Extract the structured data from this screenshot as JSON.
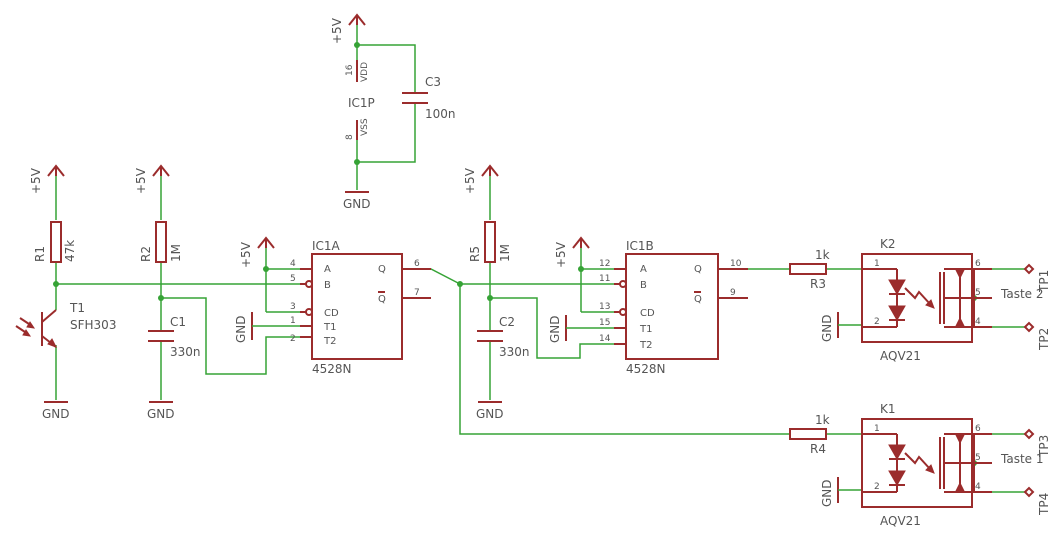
{
  "colors": {
    "net": "#36a336",
    "part": "#9b2c2c",
    "text": "#555555",
    "background": "#ffffff"
  },
  "supplies": {
    "vcc": "+5V",
    "gnd": "GND"
  },
  "ic1p": {
    "name": "IC1P",
    "vdd": "VDD",
    "vss": "VSS",
    "pin_vdd": "16",
    "pin_vss": "8"
  },
  "c3": {
    "name": "C3",
    "value": "100n"
  },
  "r1": {
    "name": "R1",
    "value": "47k"
  },
  "t1": {
    "name": "T1",
    "value": "SFH303"
  },
  "r2": {
    "name": "R2",
    "value": "1M"
  },
  "c1": {
    "name": "C1",
    "value": "330n"
  },
  "r5": {
    "name": "R5",
    "value": "1M"
  },
  "c2": {
    "name": "C2",
    "value": "330n"
  },
  "ic1a": {
    "name": "IC1A",
    "value": "4528N",
    "pins": {
      "a": "A",
      "b": "B",
      "cd": "CD",
      "t1": "T1",
      "t2": "T2",
      "q": "Q",
      "qn": "Q"
    },
    "nums": {
      "a": "4",
      "b": "5",
      "cd": "3",
      "t1": "1",
      "t2": "2",
      "q": "6",
      "qn": "7"
    }
  },
  "ic1b": {
    "name": "IC1B",
    "value": "4528N",
    "pins": {
      "a": "A",
      "b": "B",
      "cd": "CD",
      "t1": "T1",
      "t2": "T2",
      "q": "Q",
      "qn": "Q"
    },
    "nums": {
      "a": "12",
      "b": "11",
      "cd": "13",
      "t1": "15",
      "t2": "14",
      "q": "10",
      "qn": "9"
    }
  },
  "r3": {
    "name": "R3",
    "value": "1k"
  },
  "r4": {
    "name": "R4",
    "value": "1k"
  },
  "k2": {
    "name": "K2",
    "value": "AQV21",
    "pins": {
      "p1": "1",
      "p2": "2",
      "p4": "4",
      "p5": "5",
      "p6": "6"
    },
    "net": "Taste 2"
  },
  "k1": {
    "name": "K1",
    "value": "AQV21",
    "pins": {
      "p1": "1",
      "p2": "2",
      "p4": "4",
      "p5": "5",
      "p6": "6"
    },
    "net": "Taste 1"
  },
  "testpoints": {
    "tp1": "TP1",
    "tp2": "TP2",
    "tp3": "TP3",
    "tp4": "TP4"
  }
}
